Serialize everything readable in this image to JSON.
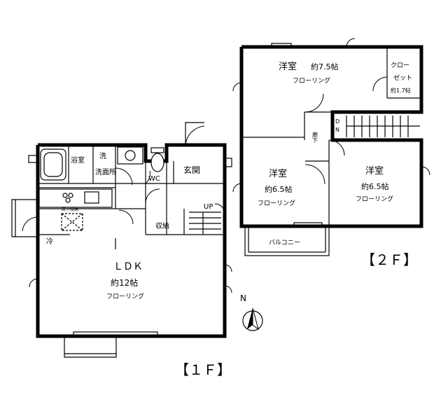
{
  "floor1": {
    "label": "【１Ｆ】",
    "rooms": {
      "bath": "浴室",
      "wash_mark": "洗",
      "washroom": "洗面所",
      "wc": "WC",
      "entrance": "玄関",
      "up": "UP",
      "storage": "収納",
      "fridge": "冷",
      "under_floor": "床下収納",
      "ldk": "ＬＤＫ",
      "ldk_size": "約12帖",
      "ldk_floor": "フローリング"
    }
  },
  "floor2": {
    "label": "【２Ｆ】",
    "rooms": {
      "room1": "洋室",
      "room1_size": "約7.5帖",
      "room1_floor": "フローリング",
      "closet_line1": "クロー",
      "closet_line2": "ゼット",
      "closet_size": "約1.7帖",
      "corridor": "廊下",
      "dn_d": "D",
      "dn_n": "N",
      "room2": "洋室",
      "room2_size": "約6.5帖",
      "room2_floor": "フローリング",
      "room3": "洋室",
      "room3_size": "約6.5帖",
      "room3_floor": "フローリング",
      "balcony": "バルコニー"
    }
  },
  "compass": {
    "north": "N"
  }
}
